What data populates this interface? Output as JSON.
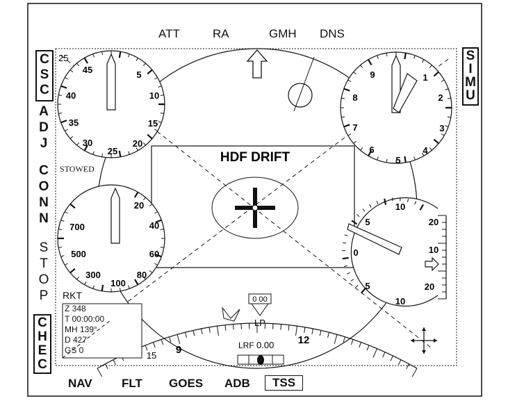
{
  "top_menu": [
    "ATT",
    "RA",
    "GMH",
    "DNS"
  ],
  "bottom_menu": [
    "NAV",
    "FLT",
    "GOES",
    "ADB",
    "TSS"
  ],
  "left_column": {
    "csc": [
      "C",
      "S",
      "C"
    ],
    "adj": [
      "A",
      "D",
      "J"
    ],
    "conn": [
      "C",
      "O",
      "N",
      "N"
    ],
    "stop": [
      "S",
      "T",
      "O",
      "P"
    ],
    "chec": [
      "C",
      "H",
      "E",
      "C"
    ]
  },
  "right_column": {
    "simu": [
      "S",
      "I",
      "M",
      "U"
    ]
  },
  "stowed_label": "STOWED",
  "center_title": "HDF DRIFT",
  "rkt": {
    "label": "RKT",
    "z": "Z 348",
    "t": "T 00:00:00",
    "mh": "MH 139°",
    "d": "D 427",
    "gs": "GS 0"
  },
  "heading_box": "0 00",
  "lp_label": "LP",
  "lrf_label": "LRF",
  "lrf_value": "0.00",
  "gauge_top_left": {
    "ticks": [
      "45",
      "5",
      "10",
      "15",
      "20",
      "25",
      "30",
      "35",
      "40"
    ],
    "corner_label": "25"
  },
  "gauge_top_right": {
    "ticks": [
      "1",
      "2",
      "3",
      "4",
      "5",
      "6",
      "7",
      "8",
      "9"
    ]
  },
  "gauge_bottom_left": {
    "ticks": [
      "20",
      "40",
      "60",
      "80",
      "100",
      "300",
      "500",
      "700"
    ]
  },
  "gauge_bottom_right": {
    "ticks": [
      "10",
      "5",
      "0",
      "5",
      "10"
    ]
  },
  "right_scale": {
    "ticks": [
      "20",
      "10",
      "20"
    ]
  },
  "heading_scale": {
    "ticks": [
      "9",
      "12",
      "15"
    ]
  }
}
